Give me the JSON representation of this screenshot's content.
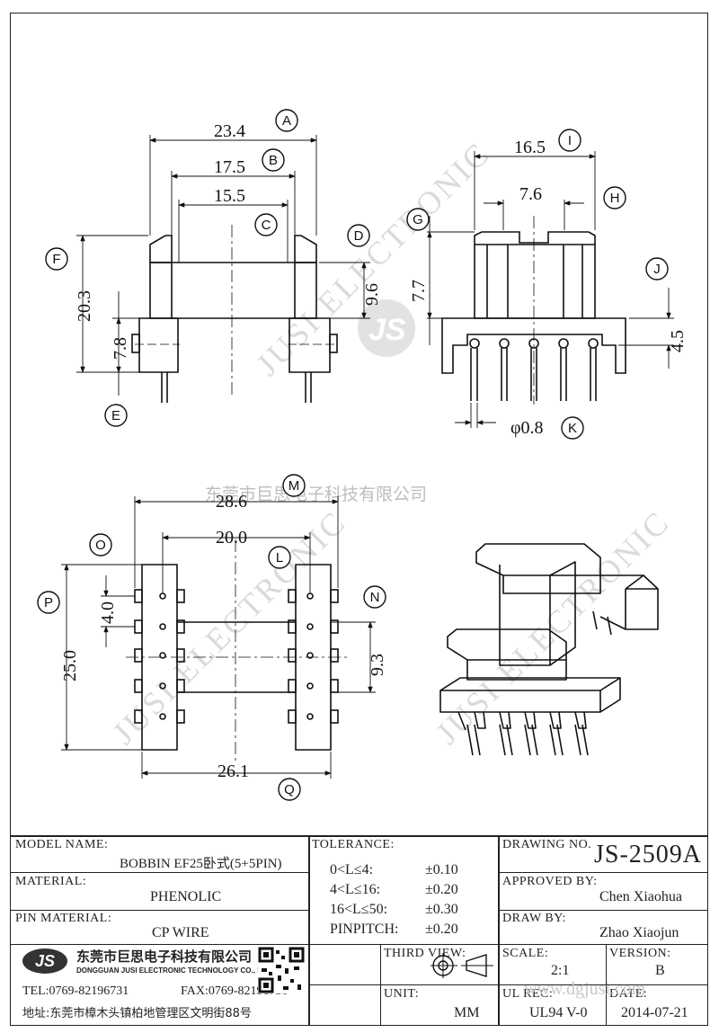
{
  "watermarks": {
    "company_cn": "东莞市巨思电子科技有限公司",
    "brand": "JUSI ELECTRONIC",
    "logo": "JS",
    "url": "www.dgjusi.com"
  },
  "dimensions": {
    "A": "23.4",
    "B": "17.5",
    "C": "15.5",
    "D": "9.6",
    "E": "7.8",
    "F": "20.3",
    "G": "7.7",
    "H": "7.6",
    "I": "16.5",
    "J": "4.5",
    "K": "φ0.8",
    "L": "20.0",
    "M": "28.6",
    "N": "9.3",
    "O": "4.0",
    "P": "25.0",
    "Q": "26.1"
  },
  "markers": [
    "A",
    "B",
    "C",
    "D",
    "E",
    "F",
    "G",
    "H",
    "I",
    "J",
    "K",
    "L",
    "M",
    "N",
    "O",
    "P",
    "Q"
  ],
  "title_block": {
    "model_name_label": "MODEL NAME:",
    "model_name": "BOBBIN EF25卧式(5+5PIN)",
    "material_label": "MATERIAL:",
    "material": "PHENOLIC",
    "pin_material_label": "PIN MATERIAL:",
    "pin_material": "CP WIRE",
    "tolerance_label": "TOLERANCE:",
    "tolerances": [
      {
        "range": "0<L≤4:",
        "value": "±0.10"
      },
      {
        "range": "4<L≤16:",
        "value": "±0.20"
      },
      {
        "range": "16<L≤50:",
        "value": "±0.30"
      },
      {
        "range": "PINPITCH:",
        "value": "±0.20"
      }
    ],
    "third_view_label": "THIRD VIEW:",
    "unit_label": "UNIT:",
    "unit": "MM",
    "drawing_no_label": "DRAWING NO.",
    "drawing_no": "JS-2509A",
    "approved_by_label": "APPROVED BY:",
    "approved_by": "Chen Xiaohua",
    "draw_by_label": "DRAW BY:",
    "draw_by": "Zhao Xiaojun",
    "scale_label": "SCALE:",
    "scale": "2:1",
    "version_label": "VERSION:",
    "version": "B",
    "ul_rec_label": "UL REC:",
    "ul_rec": "UL94 V-0",
    "date_label": "DATE:",
    "date": "2014-07-21",
    "company_cn": "东莞市巨思电子科技有限公司",
    "company_en": "DONGGUAN JUSI ELECTRONIC TECHNOLOGY CO., LTD.",
    "tel": "TEL:0769-82196731",
    "fax": "FAX:0769-82196730",
    "address": "地址:东莞市樟木头镇柏地管理区文明街88号",
    "logo": "JS"
  }
}
